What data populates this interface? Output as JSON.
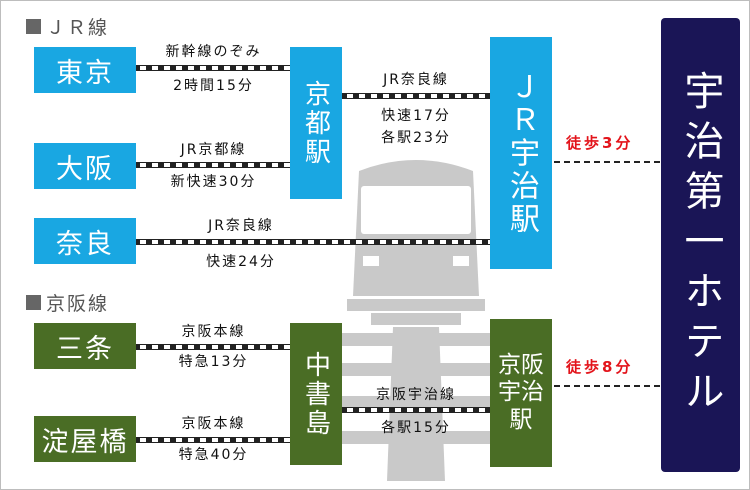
{
  "sections": {
    "jr": "ＪＲ線",
    "keihan": "京阪線"
  },
  "stations": {
    "tokyo": "東京",
    "osaka": "大阪",
    "nara": "奈良",
    "kyoto": "京都駅",
    "jr_uji": "ＪＲ宇治駅",
    "sanjo": "三条",
    "yodoyabashi": "淀屋橋",
    "chushojima": "中書島",
    "keihan_uji": "京阪宇治駅"
  },
  "hotel": "宇治第一ホテル",
  "routes": {
    "tokyo_kyoto": {
      "line": "新幹線のぞみ",
      "time": "2時間15分"
    },
    "osaka_kyoto": {
      "line": "JR京都線",
      "time": "新快速30分"
    },
    "kyoto_uji": {
      "line": "JR奈良線",
      "time1": "快速17分",
      "time2": "各駅23分"
    },
    "nara_uji": {
      "line": "JR奈良線",
      "time": "快速24分"
    },
    "sanjo_chushojima": {
      "line": "京阪本線",
      "time": "特急13分"
    },
    "yodoyabashi_chushojima": {
      "line": "京阪本線",
      "time": "特急40分"
    },
    "chushojima_uji": {
      "line": "京阪宇治線",
      "time": "各駅15分"
    }
  },
  "walk": {
    "jr": "徒歩3分",
    "keihan": "徒歩8分"
  },
  "colors": {
    "jr": "#19a7e2",
    "keihan": "#4a6d25",
    "hotel": "#1a1556",
    "walk": "#e3141b",
    "train": "#c9c9c9"
  },
  "icons": [
    "train-icon"
  ]
}
